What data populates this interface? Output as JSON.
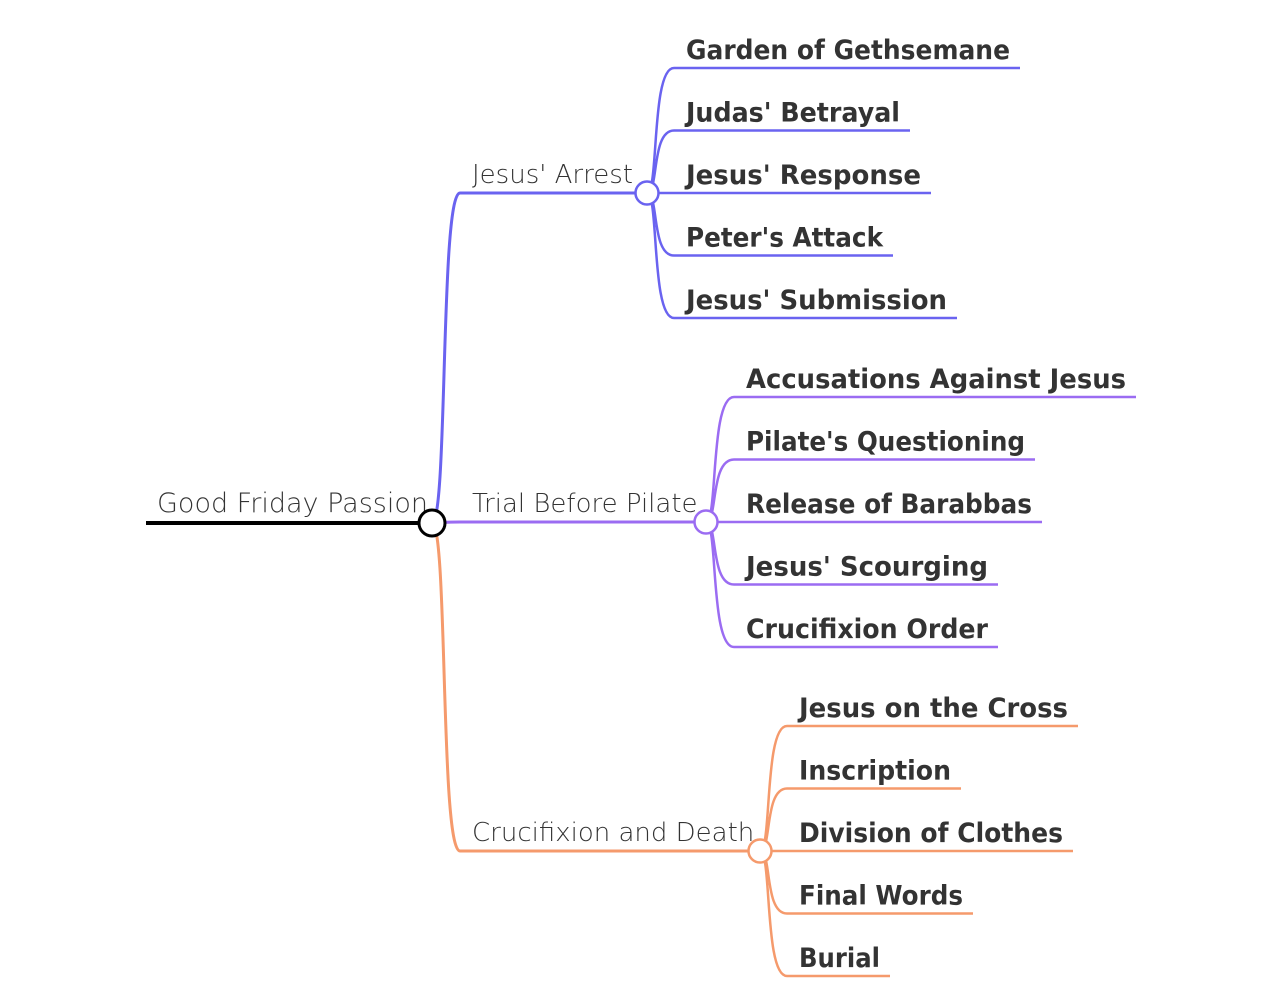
{
  "mindmap": {
    "root": {
      "label": "Good Friday Passion",
      "color": "#000000"
    },
    "branches": [
      {
        "label": "Jesus' Arrest",
        "color": "#6a63f0",
        "children": [
          "Garden of Gethsemane",
          "Judas' Betrayal",
          "Jesus' Response",
          "Peter's Attack",
          "Jesus' Submission"
        ]
      },
      {
        "label": "Trial Before Pilate",
        "color": "#9b6cf2",
        "children": [
          "Accusations Against Jesus",
          "Pilate's Questioning",
          "Release of Barabbas",
          "Jesus' Scourging",
          "Crucifixion Order"
        ]
      },
      {
        "label": "Crucifixion and Death",
        "color": "#f59a6c",
        "children": [
          "Jesus on the Cross",
          "Inscription",
          "Division of Clothes",
          "Final Words",
          "Burial"
        ]
      }
    ]
  }
}
